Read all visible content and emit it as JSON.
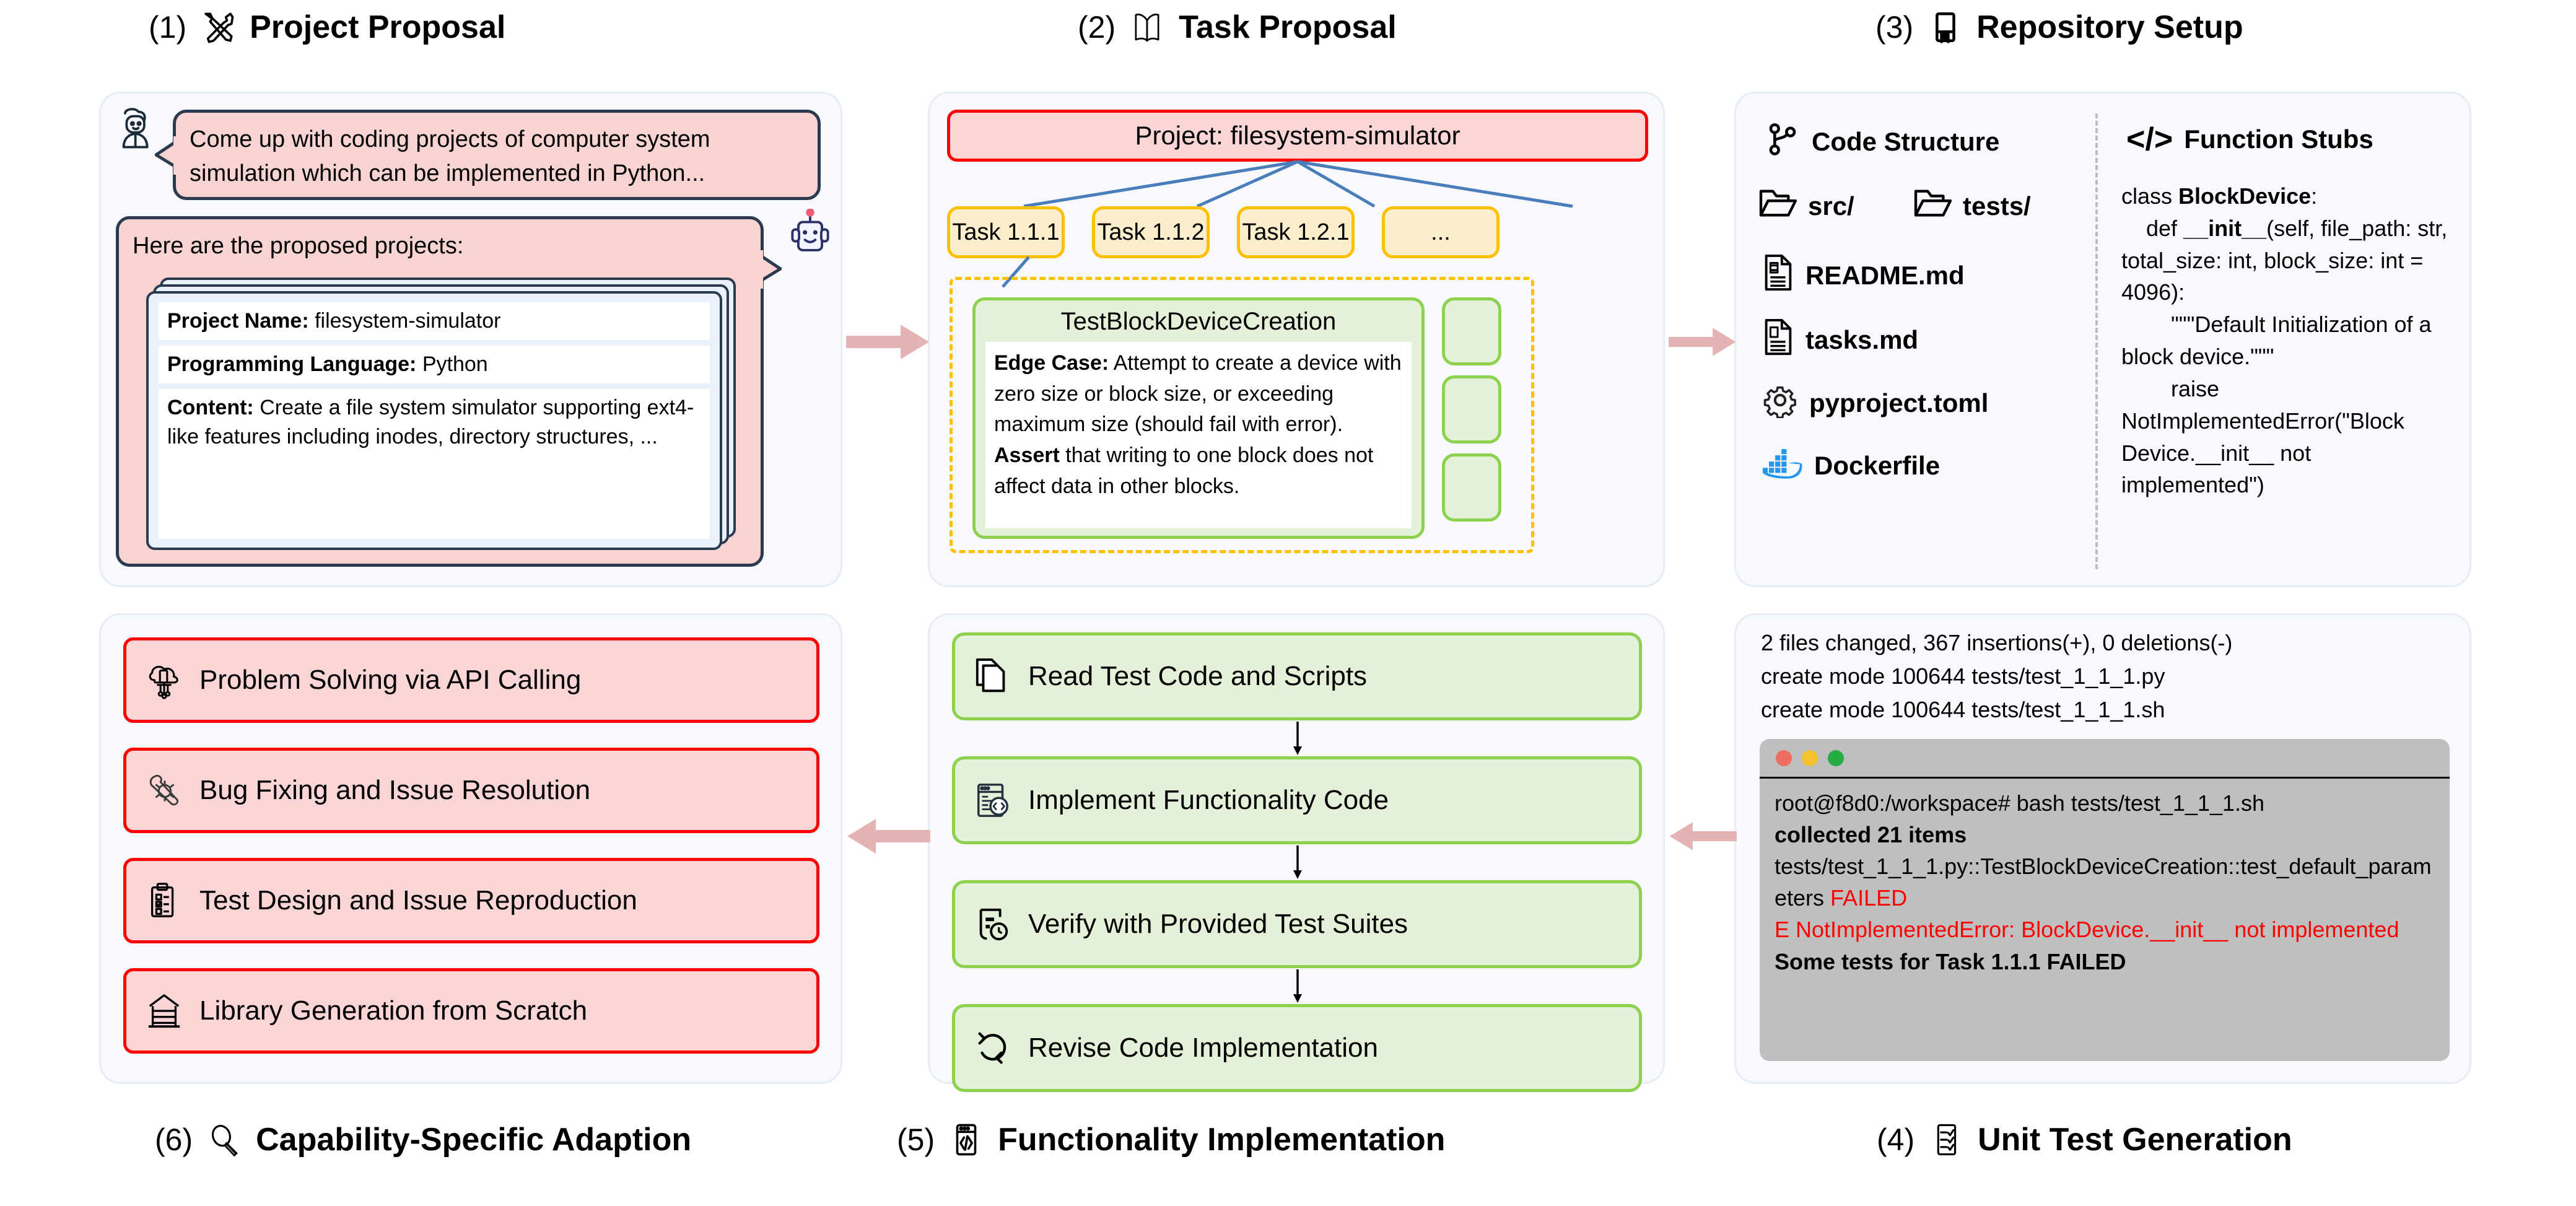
{
  "stages": [
    {
      "num": "(1)",
      "title": "Project Proposal",
      "icon": "tools-icon"
    },
    {
      "num": "(2)",
      "title": "Task Proposal",
      "icon": "open-book-icon"
    },
    {
      "num": "(3)",
      "title": "Repository Setup",
      "icon": "bookmark-tabs-icon"
    },
    {
      "num": "(4)",
      "title": "Unit Test Generation",
      "icon": "checklist-icon"
    },
    {
      "num": "(5)",
      "title": "Functionality Implementation",
      "icon": "code-window-icon"
    },
    {
      "num": "(6)",
      "title": "Capability-Specific Adaption",
      "icon": "magnifier-icon"
    }
  ],
  "panel1": {
    "user_icon": "user-avatar-icon",
    "bot_icon": "robot-avatar-icon",
    "user_message": "Come up with coding projects of computer system simulation which can be implemented in Python...",
    "assistant_intro": "Here are the proposed projects:",
    "project_card": {
      "rows": [
        {
          "label": "Project Name:",
          "value": " filesystem-simulator"
        },
        {
          "label": "Programming Language:",
          "value": " Python"
        },
        {
          "label": "Content:",
          "value": " Create a file system simulator supporting ext4-like features including inodes, directory structures, ..."
        }
      ]
    }
  },
  "panel2": {
    "project_header": "Project: filesystem-simulator",
    "tasks": [
      "Task 1.1.1",
      "Task 1.1.2",
      "Task 1.2.1",
      "..."
    ],
    "test_case": {
      "title": "TestBlockDeviceCreation",
      "edge_label": "Edge Case:",
      "edge_text": " Attempt to create a device with zero size or block size, or exceeding maximum size (should fail with error).",
      "assert_label": "Assert",
      "assert_text": " that writing to one block does not affect data in other blocks."
    }
  },
  "panel3": {
    "left_title": "Code Structure",
    "left_title_icon": "git-branch-icon",
    "right_title": "Function Stubs",
    "right_title_icon": "code-tag-icon",
    "files": [
      {
        "name": "src/",
        "icon": "folder-icon"
      },
      {
        "name": "tests/",
        "icon": "folder-icon"
      },
      {
        "name": "README.md",
        "icon": "document-icon"
      },
      {
        "name": "tasks.md",
        "icon": "document-icon"
      },
      {
        "name": "pyproject.toml",
        "icon": "gear-icon"
      },
      {
        "name": "Dockerfile",
        "icon": "docker-icon"
      }
    ],
    "stub_code": {
      "line1_plain": "class ",
      "line1_bold": "BlockDevice",
      "line1_tail": ":",
      "line2_head": "    def ",
      "line2_bold": "__init__",
      "line2_tail": "(self, file_path: str, total_size: int, block_size: int = 4096):",
      "line3": "        \"\"\"Default Initialization of a block device.\"\"\"",
      "line4": "        raise NotImplementedError(\"Block Device.__init__ not implemented\")"
    }
  },
  "panel4": {
    "git_output": [
      "2 files changed, 367 insertions(+), 0 deletions(-)",
      "create mode 100644 tests/test_1_1_1.py",
      "create mode 100644 tests/test_1_1_1.sh"
    ],
    "terminal": {
      "dots": [
        "#ee6b5d",
        "#f4c32c",
        "#23ad42"
      ],
      "prompt": "root@f8d0:/workspace# bash tests/test_1_1_1.sh",
      "collected": "collected 21 items",
      "test_path": "tests/test_1_1_1.py::TestBlockDeviceCreation::test_default_parameters ",
      "failed_word": "FAILED",
      "error_line": "E  NotImplementedError: BlockDevice.__init__ not implemented",
      "summary": "Some tests for Task 1.1.1 FAILED"
    }
  },
  "panel5": {
    "steps": [
      {
        "label": "Read Test Code and Scripts",
        "icon": "documents-stack-icon"
      },
      {
        "label": "Implement Functionality Code",
        "icon": "code-editor-icon"
      },
      {
        "label": "Verify with Provided Test Suites",
        "icon": "test-report-clock-icon"
      },
      {
        "label": "Revise Code Implementation",
        "icon": "refresh-cycle-icon"
      }
    ]
  },
  "panel6": {
    "capabilities": [
      {
        "label": "Problem Solving via API Calling",
        "icon": "cloud-api-icon"
      },
      {
        "label": "Bug Fixing and Issue Resolution",
        "icon": "wrench-bug-icon"
      },
      {
        "label": "Test Design and Issue Reproduction",
        "icon": "clipboard-check-icon"
      },
      {
        "label": "Library Generation from Scratch",
        "icon": "library-building-icon"
      }
    ]
  },
  "colors": {
    "panel_bg": "#f7f9fc",
    "red": "#ff0000",
    "red_fill": "#f9d5d5",
    "yellow": "#ffc000",
    "yellow_fill": "#fbeecd",
    "green": "#8ed14f",
    "green_fill": "#e4f1d8",
    "arrow": "#e4b3b3",
    "tree_line": "#4a7ebb",
    "terminal_bg": "#bfbfbf",
    "fail_red": "#ff0000"
  }
}
